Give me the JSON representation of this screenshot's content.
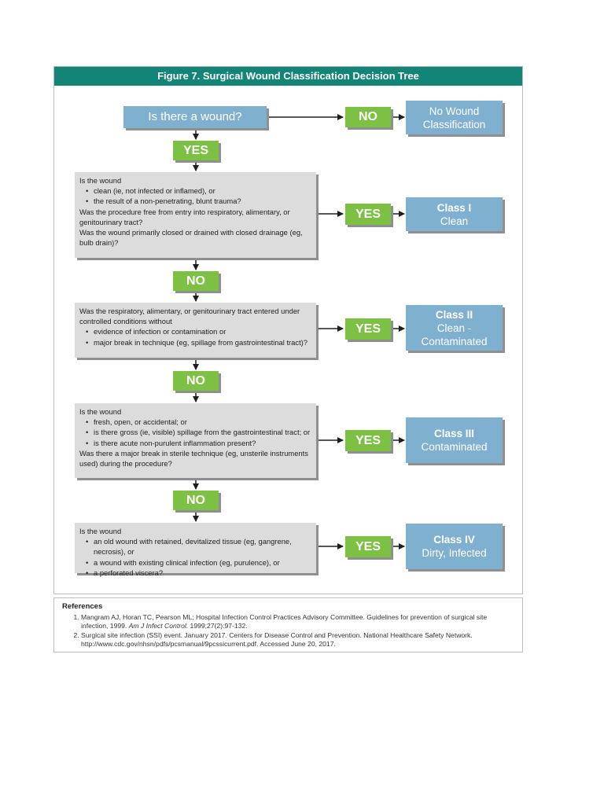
{
  "figure_title": "Figure 7.  Surgical Wound Classification Decision Tree",
  "start_question": "Is there a wound?",
  "no_wound_answer": "NO",
  "no_wound_result": [
    "No Wound",
    "Classification"
  ],
  "labels": {
    "yes": "YES",
    "no": "NO"
  },
  "steps": [
    {
      "lines": [
        {
          "type": "text",
          "text": "Is the wound"
        },
        {
          "type": "bullet",
          "text": "clean (ie, not infected or inflamed), or"
        },
        {
          "type": "bullet",
          "text": "the result of a non-penetrating, blunt trauma?"
        },
        {
          "type": "text",
          "text": "Was the procedure free from entry into respiratory, alimentary, or genitourinary tract?"
        },
        {
          "type": "text",
          "text": "Was the wound primarily closed or drained with closed drainage (eg, bulb drain)?"
        }
      ],
      "result_class": "Class I",
      "result_desc": [
        "Clean"
      ]
    },
    {
      "lines": [
        {
          "type": "text",
          "text": "Was the respiratory, alimentary, or genitourinary tract entered under controlled conditions without"
        },
        {
          "type": "bullet",
          "text": "evidence of infection or contamination or"
        },
        {
          "type": "bullet",
          "text": "major break in technique (eg, spillage from gastrointestinal tract)?"
        }
      ],
      "result_class": "Class II",
      "result_desc": [
        "Clean -",
        "Contaminated"
      ]
    },
    {
      "lines": [
        {
          "type": "text",
          "text": "Is the wound"
        },
        {
          "type": "bullet",
          "text": "fresh, open, or accidental; or"
        },
        {
          "type": "bullet",
          "text": "is there gross (ie, visible) spillage from the gastrointestinal tract; or"
        },
        {
          "type": "bullet",
          "text": "is there acute non-purulent inflammation present?"
        },
        {
          "type": "text",
          "text": "Was there a major break in sterile technique (eg, unsterile instruments used) during the procedure?"
        }
      ],
      "result_class": "Class III",
      "result_desc": [
        "Contaminated"
      ]
    },
    {
      "lines": [
        {
          "type": "text",
          "text": "Is the wound"
        },
        {
          "type": "bullet",
          "text": "an old wound with retained, devitalized tissue (eg, gangrene, necrosis), or"
        },
        {
          "type": "bullet",
          "text": "a wound with existing clinical infection (eg, purulence), or"
        },
        {
          "type": "bullet",
          "text": "a perforated viscera?"
        }
      ],
      "result_class": "Class IV",
      "result_desc": [
        "Dirty, Infected"
      ]
    }
  ],
  "references": {
    "title": "References",
    "items": [
      {
        "before": "Mangram AJ, Horan TC, Pearson ML; Hospital Infection Control Practices Advisory Committee. Guidelines for prevention of surgical site infection, 1999. ",
        "journal": "Am J Infect Control.",
        "after": " 1999;27(2):97-132."
      },
      {
        "before": "Surgical site infection (SSI) event. January 2017. Centers for Disease Control and Prevention. National Healthcare Safety Network. http://www.cdc.gov/nhsn/pdfs/pcsmanual/9pcssicurrent.pdf. Accessed June 20, 2017.",
        "journal": "",
        "after": ""
      }
    ]
  },
  "colors": {
    "header": "#128577",
    "question_box": "#dcdcdc",
    "answer": "#7dc144",
    "result": "#7fb0cf"
  }
}
